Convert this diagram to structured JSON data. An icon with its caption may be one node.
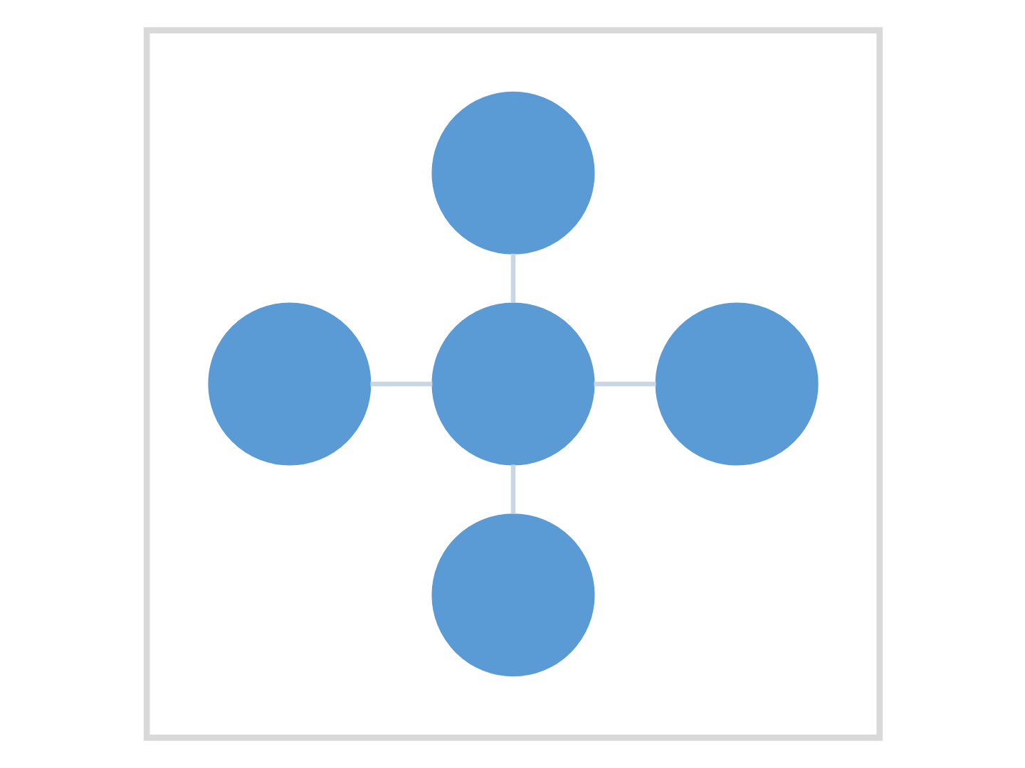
{
  "diagram": {
    "nodes": [
      {
        "text": [],
        "shape": "box"
      },
      {
        "text": [],
        "shape": "circle",
        "in": 0
      },
      {
        "text": [],
        "shape": "circle",
        "in": 0
      },
      {
        "text": [],
        "shape": "circle",
        "in": 0
      },
      {
        "text": [],
        "shape": "circle",
        "in": 0
      },
      {
        "text": [],
        "shape": "circle",
        "in": 0
      }
    ],
    "edges": [
      {
        "from": 1,
        "to": 3,
        "arrow": "none"
      },
      {
        "from": 2,
        "to": 3,
        "arrow": "none"
      },
      {
        "from": 3,
        "to": 4,
        "arrow": "none"
      },
      {
        "from": 3,
        "to": 5,
        "arrow": "none"
      }
    ]
  }
}
